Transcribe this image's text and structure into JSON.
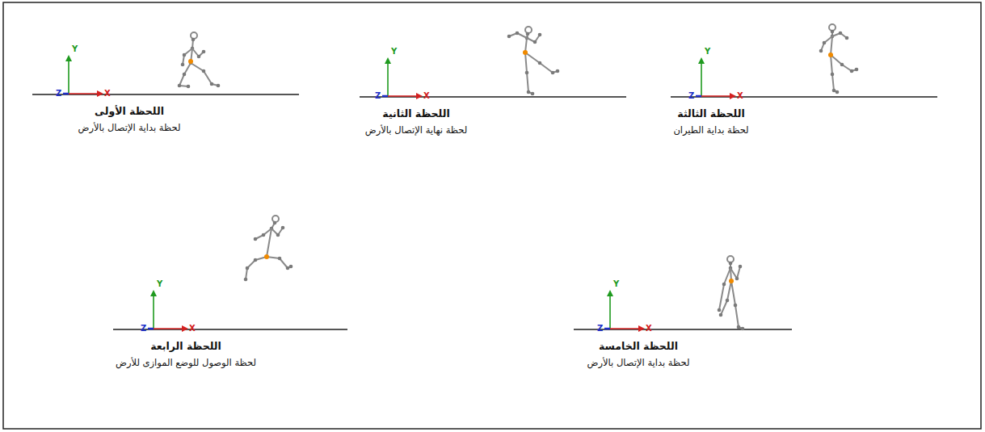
{
  "diagram": {
    "labels": [
      "اللحظة الأولى",
      "لحظة بداية الإتصال بالأرض",
      "Y",
      "X",
      "Z",
      "اللحظة الثانية",
      "لحظة نهاية الإتصال بالأرض",
      "Y",
      "X",
      "Z",
      "اللحظة الثالثة",
      "لحظة بداية الطيران",
      "Y",
      "X",
      "Z",
      "اللحظة الرابعة",
      "لحظة الوصول للوضع الموازى للأرض",
      "Y",
      "X",
      "Z",
      "اللحظة الخامسة",
      "لحظة بداية الإتصال بالأرض",
      "Y",
      "X",
      "Z"
    ]
  }
}
